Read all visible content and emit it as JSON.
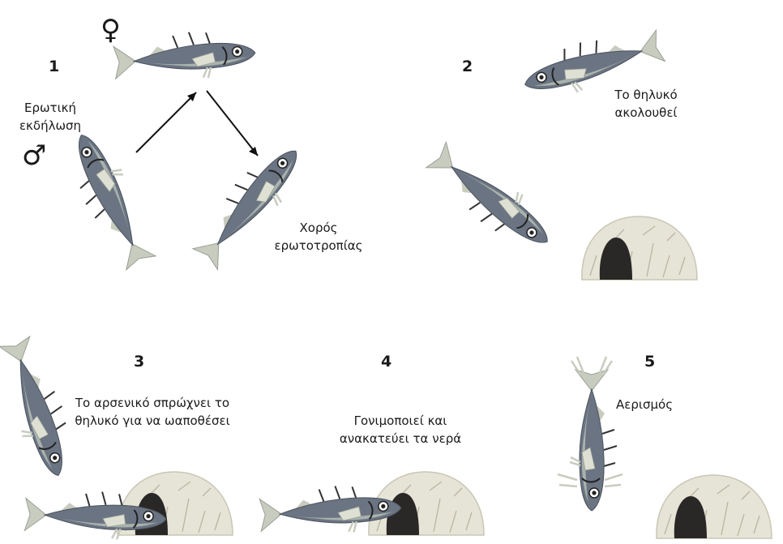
{
  "stages": [
    {
      "number": "1",
      "captions": [
        "Ερωτική εκδήλωση",
        "Χορός ερωτοτροπίας"
      ]
    },
    {
      "number": "2",
      "captions": [
        "Το θηλυκό ακολουθεί"
      ]
    },
    {
      "number": "3",
      "captions": [
        "Το αρσενικό σπρώχνει το θηλυκό για να ωαποθέσει"
      ]
    },
    {
      "number": "4",
      "captions": [
        "Γονιμοποιεί και ανακατεύει τα νερά"
      ]
    },
    {
      "number": "5",
      "captions": [
        "Αερισμός"
      ]
    }
  ],
  "symbols": {
    "female": "♀",
    "male": "♂"
  },
  "colors": {
    "fish_body": "#6b7482",
    "fish_belly": "#a9b2ad",
    "fish_fin": "#c8ccbf",
    "nest": "#e6e4d6",
    "nest_hole": "#2a2826",
    "red_throat": "#8a3a2e"
  }
}
